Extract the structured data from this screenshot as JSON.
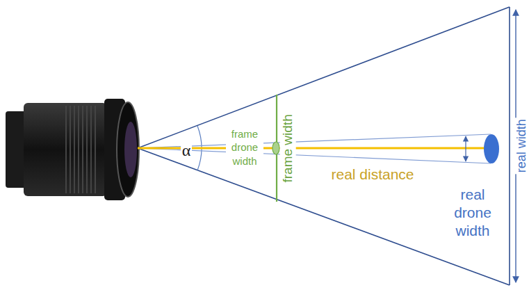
{
  "diagram": {
    "labels": [
      "α",
      "frame drone width",
      "frame width",
      "real distance",
      "real drone width",
      "real width"
    ]
  }
}
